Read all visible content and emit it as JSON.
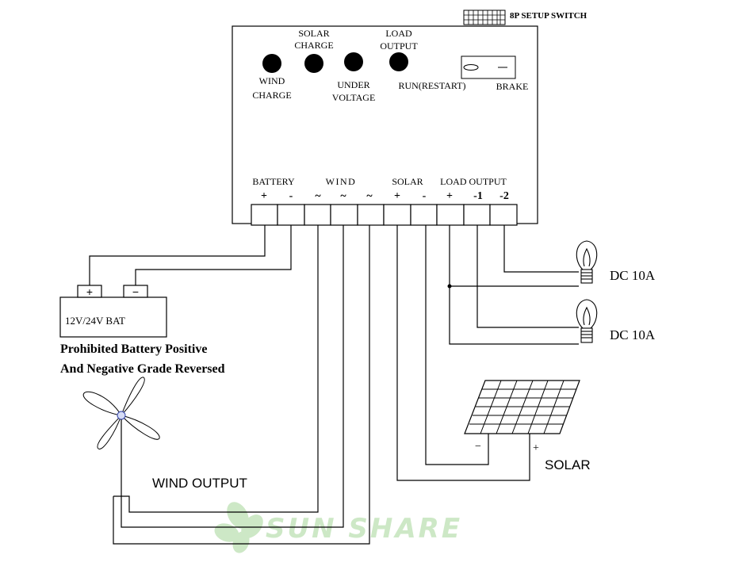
{
  "dip_switch_label": "8P SETUP SWITCH",
  "leds": {
    "wind_charge": [
      "WIND",
      "CHARGE"
    ],
    "solar_charge": [
      "SOLAR",
      "CHARGE"
    ],
    "under_voltage": [
      "UNDER",
      "VOLTAGE"
    ],
    "load_output": [
      "LOAD",
      "OUTPUT"
    ]
  },
  "switch": {
    "run_label": "RUN(RESTART)",
    "brake_label": "BRAKE"
  },
  "terminal_groups": {
    "battery": "BATTERY",
    "wind": "WIND",
    "solar": "SOLAR",
    "load_output": "LOAD OUTPUT"
  },
  "terminal_signs": [
    "+",
    "-",
    "~",
    "~",
    "~",
    "+",
    "-",
    "+",
    "-1",
    "-2"
  ],
  "battery": {
    "label": "12V/24V BAT",
    "pos": "+",
    "neg": "−",
    "warning_line1": "Prohibited Battery Positive",
    "warning_line2": "And Negative Grade Reversed"
  },
  "loads": [
    "DC 10A",
    "DC 10A"
  ],
  "solar_panel": {
    "label": "SOLAR",
    "neg": "−",
    "pos": "+"
  },
  "wind_output_label": "WIND OUTPUT",
  "watermark": "SUN SHARE"
}
